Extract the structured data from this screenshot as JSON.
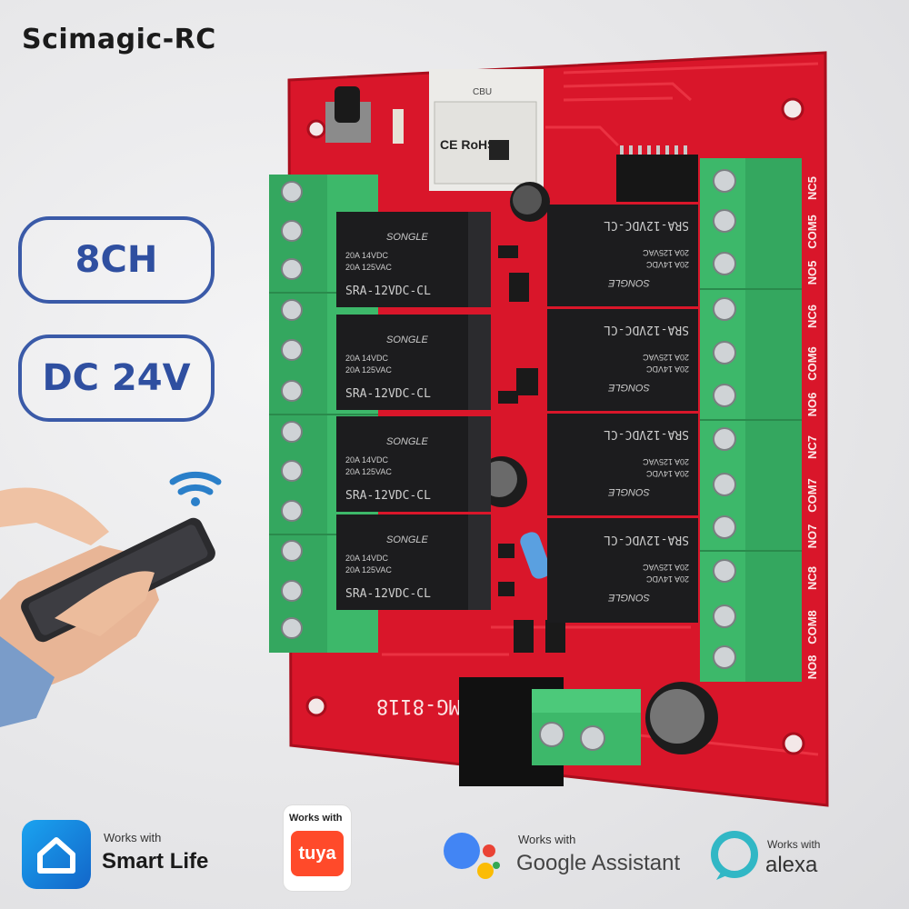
{
  "brand": "Scimagic-RC",
  "badges_top": {
    "channels": "8CH",
    "voltage": "DC 24V"
  },
  "board": {
    "model": "SMG-8118",
    "module_label": "CBU",
    "module_cert": "CE RoHS",
    "relay_brand": "SONGLE",
    "relay_rating_1": "20A 14VDC",
    "relay_rating_2": "20A 125VAC",
    "relay_model": "SRA-12VDC-CL",
    "terminal_labels": [
      "NC5",
      "COM5",
      "NO5",
      "NC6",
      "COM6",
      "NO6",
      "NC7",
      "COM7",
      "NO7",
      "NC8",
      "COM8",
      "NO8"
    ]
  },
  "compat": {
    "smartlife": {
      "line1": "Works with",
      "line2": "Smart Life"
    },
    "tuya": {
      "line1": "Works with",
      "logo": "tuya"
    },
    "google": {
      "line1": "Works with",
      "line2": "Google Assistant"
    },
    "alexa": {
      "line1": "Works with",
      "line2": "alexa"
    }
  },
  "colors": {
    "pcb": "#d9162a",
    "terminal": "#3db86a",
    "relay": "#1c1c1e",
    "badge_border": "#3a5aa8"
  },
  "icons": [
    "wifi-icon",
    "smartlife-icon",
    "tuya-icon",
    "google-assistant-icon",
    "alexa-icon"
  ]
}
